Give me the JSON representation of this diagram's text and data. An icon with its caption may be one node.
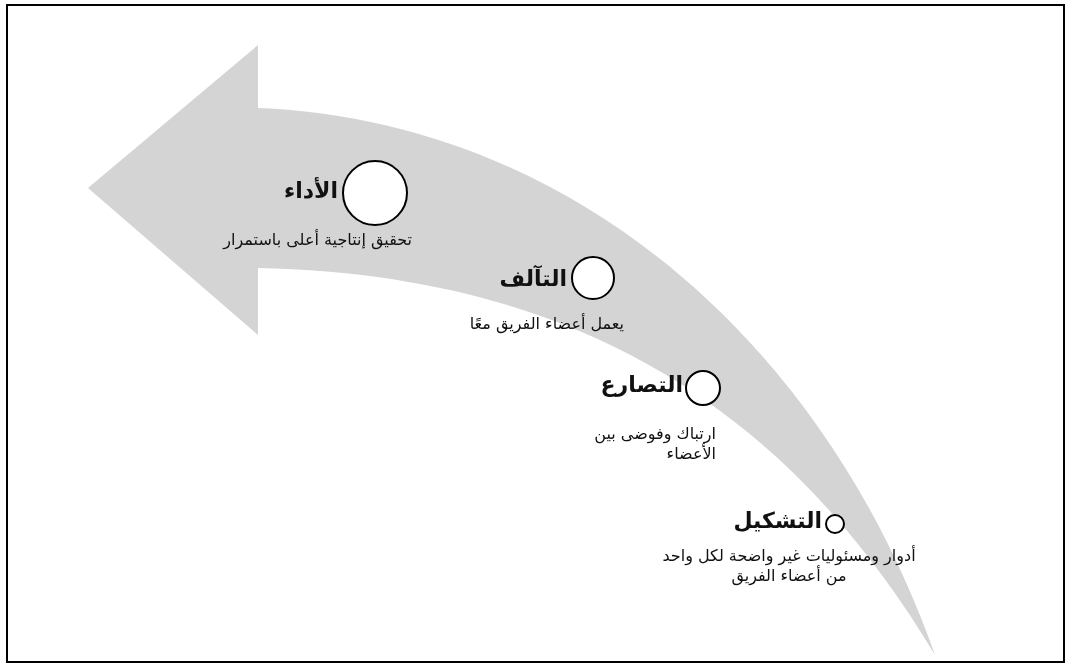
{
  "diagram": {
    "nodes": [
      {
        "text": [
          "الأداء",
          "تحقيق إنتاجية أعلى باستمرار"
        ]
      },
      {
        "text": [
          "التآلف",
          "يعمل أعضاء الفريق معًا"
        ]
      },
      {
        "text": [
          "التصارع",
          "ارتباك وفوضى بين الأعضاء"
        ]
      },
      {
        "text": [
          "التشكيل",
          "أدوار ومسئوليات غير واضحة لكل واحد من أعضاء الفريق"
        ]
      }
    ]
  }
}
